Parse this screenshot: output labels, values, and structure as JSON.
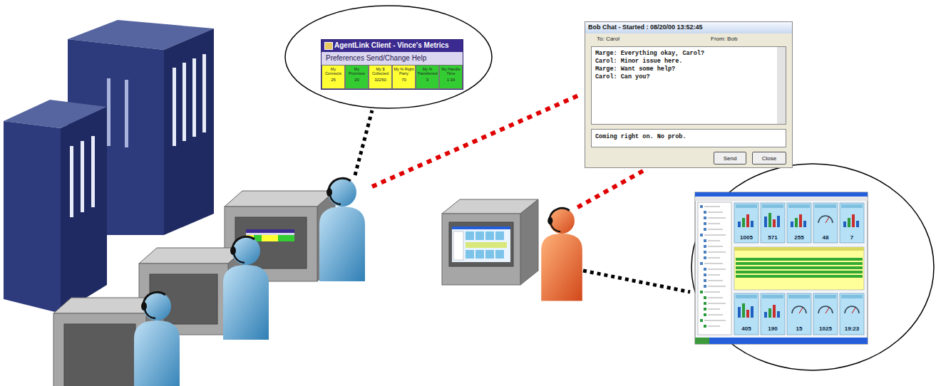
{
  "diagram": {
    "nodes": [
      {
        "text": [
          "AgentLink Client - Vince's Metrics",
          "Preferences Send/Change Help"
        ]
      },
      {
        "text": [
          "My Connects",
          "25"
        ],
        "in": 0
      },
      {
        "text": [
          "My Promises",
          "20"
        ],
        "in": 0
      },
      {
        "text": [
          "My $ Collected",
          "32250"
        ],
        "in": 0
      },
      {
        "text": [
          "My % Right Party",
          "70"
        ],
        "in": 0
      },
      {
        "text": [
          "My % Transferred",
          "3"
        ],
        "in": 0
      },
      {
        "text": [
          "My Handle Time",
          "1:34"
        ],
        "in": 0
      },
      {
        "text": [
          "Bob Chat - Started : 08/20/00 13:52:45",
          "To: Carol",
          "From: Bob"
        ]
      },
      {
        "text": [
          "Marge: Everything okay, Carol?",
          "Carol: Minor issue here.",
          "Marge: Want some help?",
          "Carol: Can you?"
        ],
        "in": 7
      },
      {
        "text": [
          "Coming right on. No prob."
        ],
        "in": 7
      },
      {
        "text": [
          "Send"
        ],
        "in": 7
      },
      {
        "text": [
          "Close"
        ],
        "in": 7
      }
    ],
    "labels": [
      "1005",
      "571",
      "255",
      "48",
      "7",
      "405",
      "190",
      "15",
      "1025",
      "19:23"
    ]
  }
}
